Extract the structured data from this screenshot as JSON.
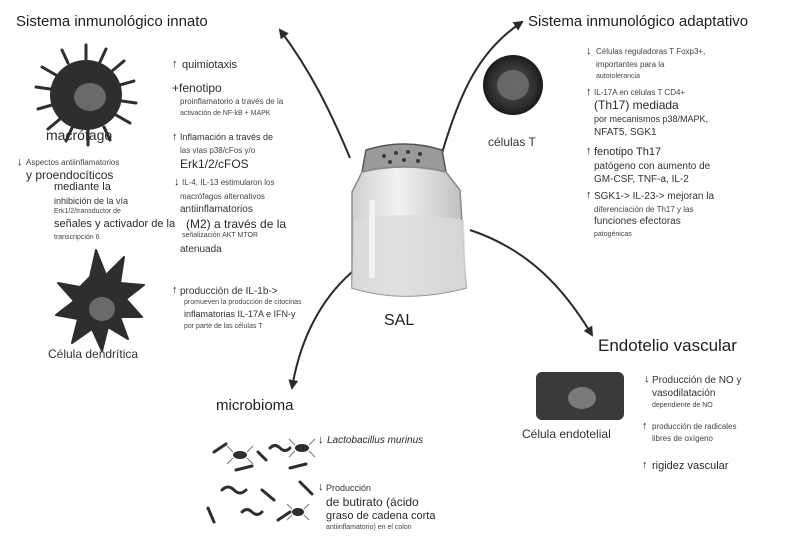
{
  "center": {
    "label": "SAL"
  },
  "innate": {
    "title": "Sistema inmunológico innato",
    "macrophage": {
      "label": "macrófago",
      "left_effects": [
        "Aspectos antiinflamatorios",
        "y proendocíticos",
        "mediante la",
        "inhibición de la vía",
        "Erk1/2/transductor de",
        "señales y activador de la",
        "transcripción 6"
      ],
      "effects": [
        "quimiotaxis",
        "+fenotipo",
        "proinflamatorio a través de la",
        "activación de NF-kB + MAPK",
        "Inflamación a través de",
        "las vías p38/cFos y/o",
        "Erk1/2/cFOS",
        "IL-4, IL-13 estimularon los",
        "macrófagos alternativos",
        "antiinflamatorios",
        "(M2) a través de la",
        "señalización AKT MTOR",
        "atenuada"
      ]
    },
    "dendritic": {
      "label": "Célula dendrítica",
      "effects": [
        "producción de IL-1b->",
        "promueven la producción de citocinas",
        "inflamatorias IL-17A e IFN-y",
        "por parte de las células T"
      ]
    }
  },
  "adaptive": {
    "title": "Sistema inmunológico adaptativo",
    "tcell_label": "células T",
    "effects": [
      "Células reguladoras T Foxp3+,",
      "importantes para la",
      "autotolerancia",
      "IL-17A en células T CD4+",
      "(Th17) mediada",
      "por mecanismos p38/MAPK,",
      "NFAT5, SGK1",
      "fenotipo Th17",
      "patógeno con aumento de",
      "GM-CSF, TNF-a, IL-2",
      "SGK1-> IL-23-> mejoran la",
      "diferenciación de Th17 y las",
      "funciones efectoras",
      "patogénicas"
    ]
  },
  "endothelium": {
    "title": "Endotelio vascular",
    "cell_label": "Célula endotelial",
    "effects": [
      "Producción de NO y",
      "vasodilatación",
      "dependiente de NO",
      "producción de radicales",
      "libres de oxígeno",
      "rigidez vascular"
    ]
  },
  "microbiome": {
    "title": "microbioma",
    "effects": [
      "Lactobacillus murinus",
      "Producción",
      "de butirato (ácido",
      "graso de cadena corta",
      "antiinflamatorio) en el colon"
    ]
  },
  "arrows": {
    "up": "↑",
    "down": "↓"
  },
  "colors": {
    "cell_dark": "#2e2e2e",
    "cell_mid": "#5a5a5a",
    "accent_gray": "#7a7a7a"
  }
}
